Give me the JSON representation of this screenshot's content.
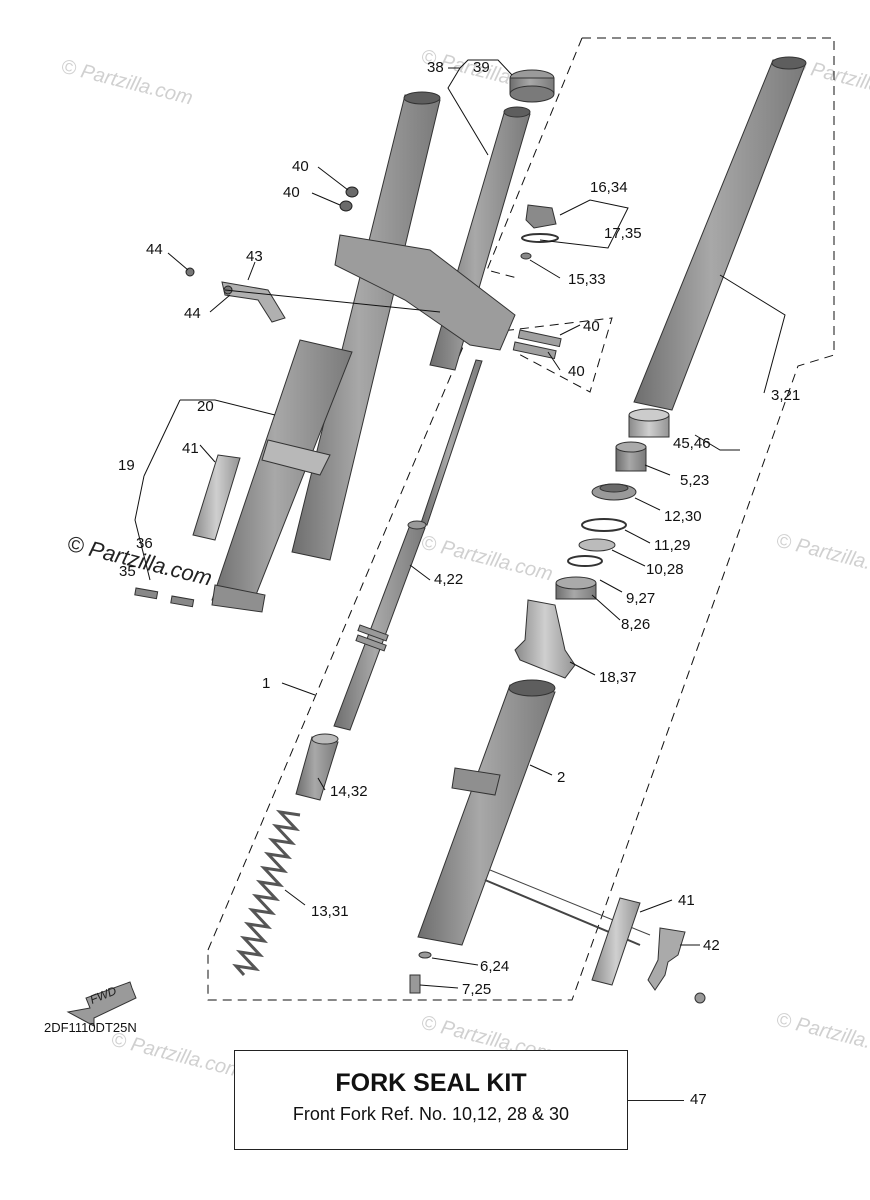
{
  "diagram_code": "2DF1110DT25N",
  "watermark": "© Partzilla.com",
  "fwd_text": "FWD",
  "labels": {
    "l38": "38",
    "l39": "39",
    "l40a": "40",
    "l40b": "40",
    "l40c": "40",
    "l40d": "40",
    "l44a": "44",
    "l44b": "44",
    "l43": "43",
    "l20": "20",
    "l19": "19",
    "l41a": "41",
    "l36": "36",
    "l35": "35",
    "l16_34": "16,34",
    "l17_35": "17,35",
    "l15_33": "15,33",
    "l3_21": "3,21",
    "l45_46": "45,46",
    "l5_23": "5,23",
    "l12_30": "12,30",
    "l11_29": "11,29",
    "l10_28": "10,28",
    "l9_27": "9,27",
    "l8_26": "8,26",
    "l4_22": "4,22",
    "l18_37": "18,37",
    "l1": "1",
    "l2": "2",
    "l14_32": "14,32",
    "l13_31": "13,31",
    "l41b": "41",
    "l42": "42",
    "l6_24": "6,24",
    "l7_25": "7,25"
  },
  "kit": {
    "title": "FORK SEAL KIT",
    "subtitle": "Front Fork Ref. No. 10,12, 28 & 30",
    "ref": "47"
  }
}
